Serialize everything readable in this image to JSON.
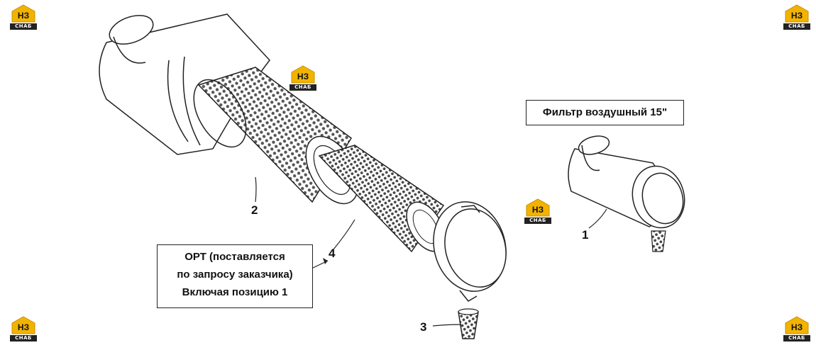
{
  "logo": {
    "letters": "НЗ",
    "word": "СНАБ",
    "color": "#f2b300"
  },
  "title_box": {
    "text": "Фильтр воздушный 15\""
  },
  "note_box": {
    "lines": [
      "ОРТ (поставляется",
      "по запросу заказчика)",
      "Включая позицию 1"
    ]
  },
  "callouts": {
    "c1": "1",
    "c2": "2",
    "c3": "3",
    "c4": "4"
  }
}
